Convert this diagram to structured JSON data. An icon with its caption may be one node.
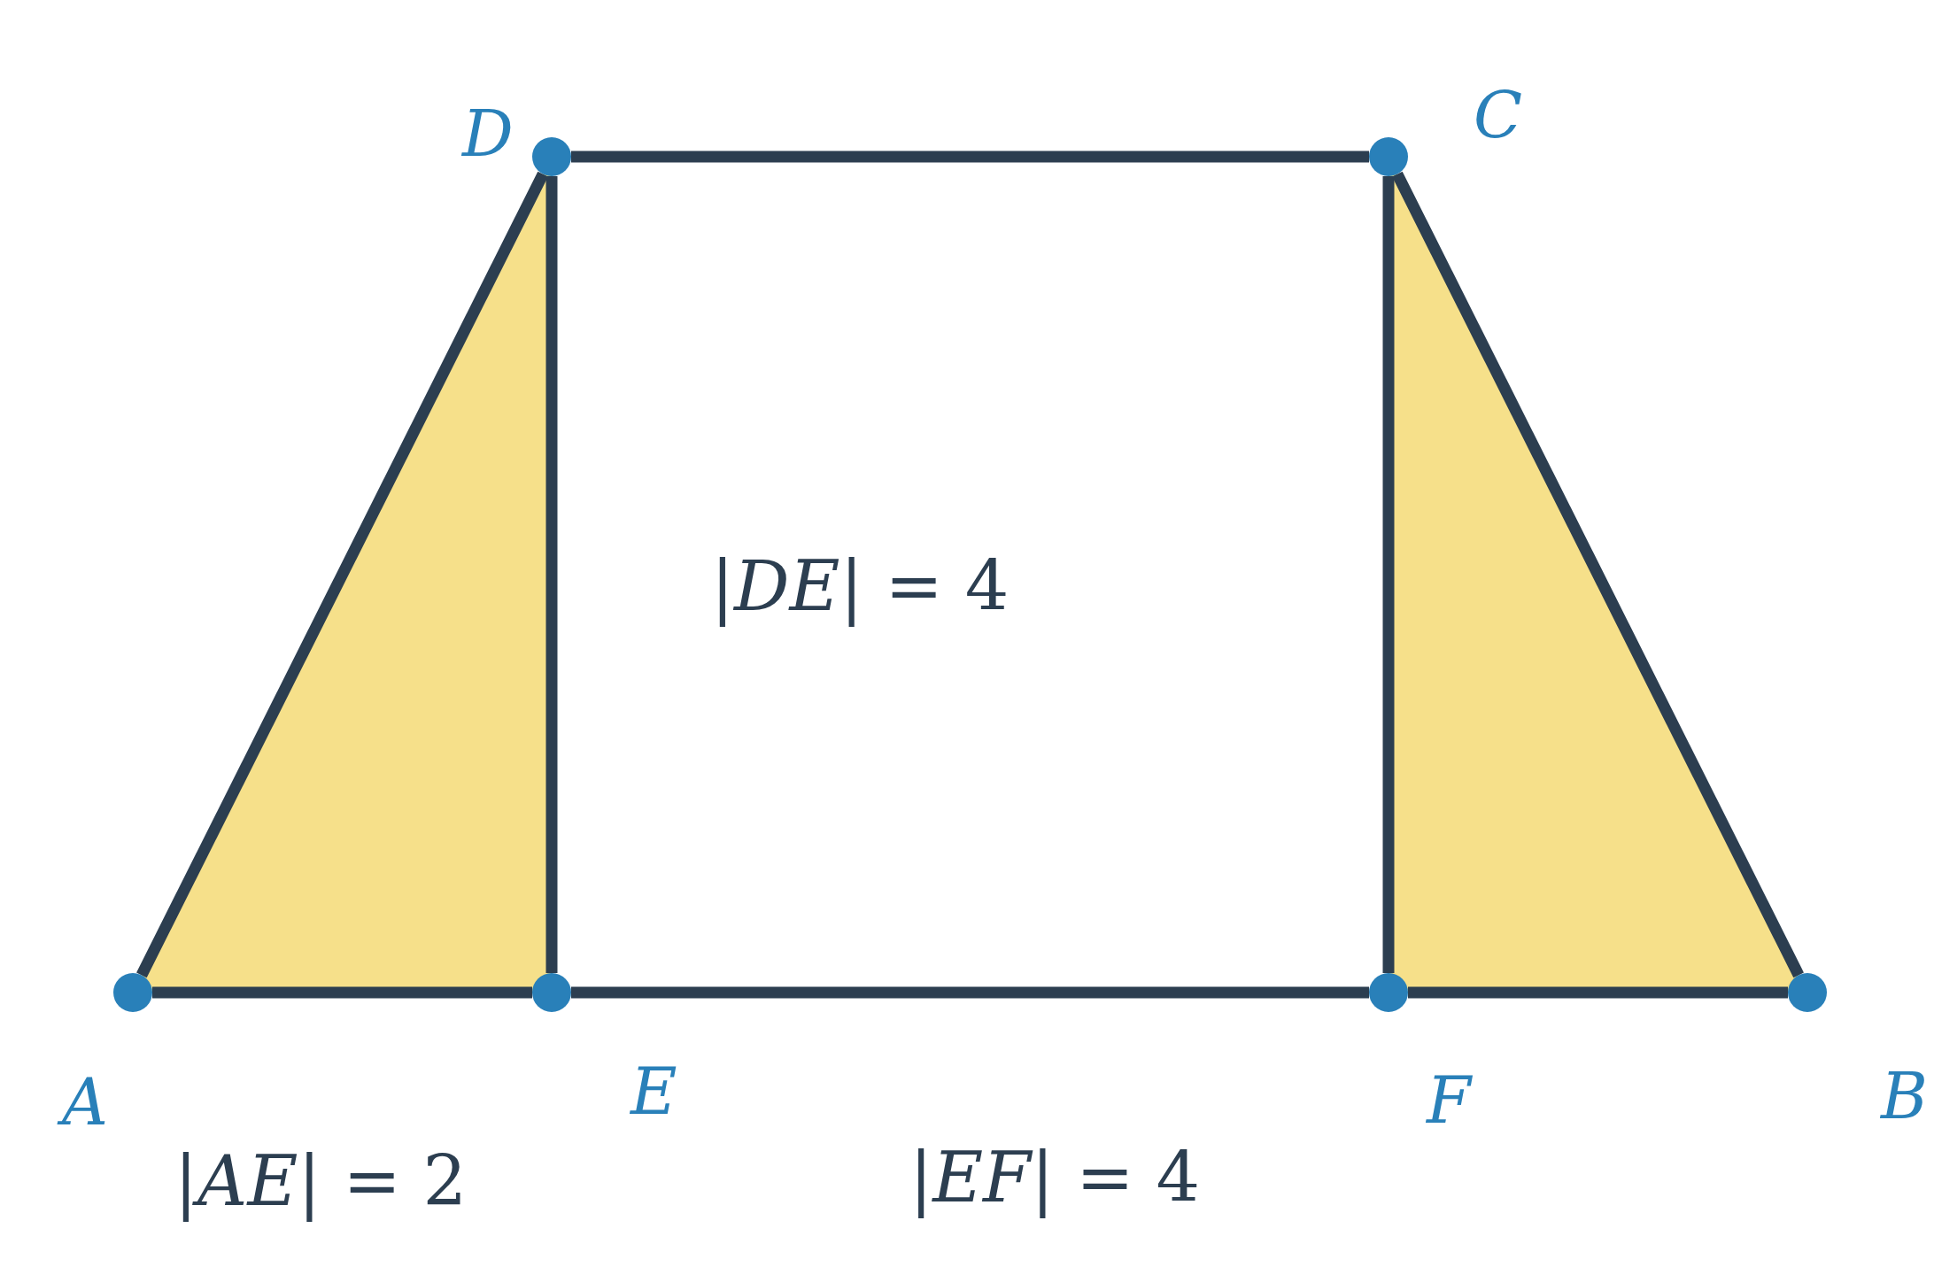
{
  "diagram": {
    "nodes": [
      {
        "text": [
          "D"
        ]
      },
      {
        "text": [
          "C"
        ]
      },
      {
        "text": [
          "A"
        ]
      },
      {
        "text": [
          "E"
        ]
      },
      {
        "text": [
          "F"
        ]
      },
      {
        "text": [
          "B"
        ]
      }
    ],
    "edges": [
      {
        "from": 0,
        "to": 1,
        "arrow": "none"
      },
      {
        "from": 2,
        "to": 0,
        "arrow": "none"
      },
      {
        "from": 0,
        "to": 3,
        "arrow": "none"
      },
      {
        "from": 1,
        "to": 4,
        "arrow": "none"
      },
      {
        "from": 1,
        "to": 5,
        "arrow": "none"
      },
      {
        "from": 2,
        "to": 3,
        "arrow": "none"
      },
      {
        "from": 3,
        "to": 4,
        "arrow": "none"
      },
      {
        "from": 4,
        "to": 5,
        "arrow": "none"
      }
    ],
    "labels": [
      "|*DE*| = 4",
      "|*AE*| = 2",
      "|*EF*| = 4"
    ]
  }
}
